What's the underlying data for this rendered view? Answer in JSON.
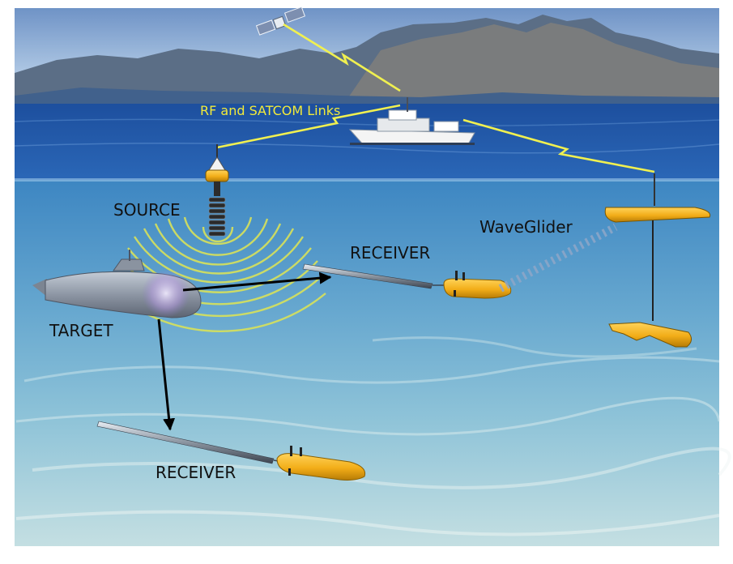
{
  "labels": {
    "links": "RF and SATCOM Links",
    "source": "SOURCE",
    "target": "TARGET",
    "receiver_upper": "RECEIVER",
    "receiver_lower": "RECEIVER",
    "waveglider": "WaveGlider"
  },
  "colors": {
    "link_line": "#f0f050",
    "sonar_arc": "#d8e25a",
    "arrow": "#000000",
    "vehicle_body": "#f2b21c",
    "ship_hull": "#f4f4f4",
    "submarine": "#9aa2ae"
  }
}
